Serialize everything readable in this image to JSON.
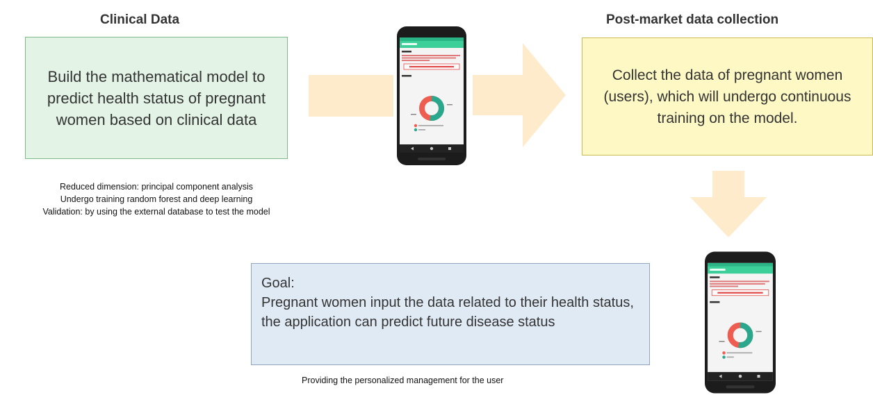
{
  "headings": {
    "clinical": "Clinical Data",
    "postmarket": "Post-market data collection"
  },
  "clinical_box": {
    "text": "Build the mathematical model to predict health status of pregnant women based on clinical data"
  },
  "clinical_notes": [
    "Reduced dimension: principal component analysis",
    "Undergo training random forest and deep learning",
    "Validation: by using the external database to test the model"
  ],
  "postmarket_box": {
    "text": "Collect the data of pregnant women (users), which will undergo continuous training on the model."
  },
  "goal_box": {
    "label": "Goal:",
    "text": "Pregnant women input the data related to their health status, the application can predict future disease status"
  },
  "footer_note": "Providing the personalized management for the user",
  "colors": {
    "arrow": "#fdebcb",
    "green_box": "#e3f4e6",
    "yellow_box": "#fdf8c4",
    "blue_box": "#e0eaf5",
    "app_header": "#3ccf9a",
    "donut_red": "#ee5d4f",
    "donut_teal": "#2aa88e",
    "result_red": "#e04a4a"
  },
  "icons": [
    "phone-mockup",
    "right-arrow",
    "down-arrow",
    "donut-chart-icon"
  ]
}
